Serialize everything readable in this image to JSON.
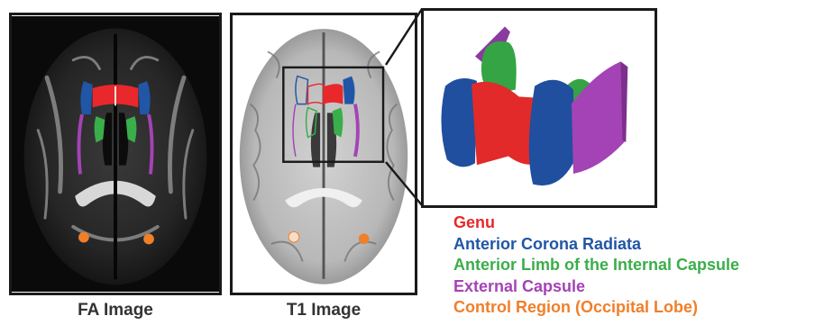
{
  "panels": {
    "fa_caption": "FA Image",
    "t1_caption": "T1 Image"
  },
  "legend": {
    "items": [
      {
        "label": "Genu",
        "color": "#e8282a"
      },
      {
        "label": "Anterior Corona Radiata",
        "color": "#2156a6"
      },
      {
        "label": "Anterior Limb of the Internal Capsule",
        "color": "#3aae4a"
      },
      {
        "label": "External Capsule",
        "color": "#a443b5"
      },
      {
        "label": "Control Region (Occipital Lobe)",
        "color": "#f07f2a"
      }
    ]
  }
}
